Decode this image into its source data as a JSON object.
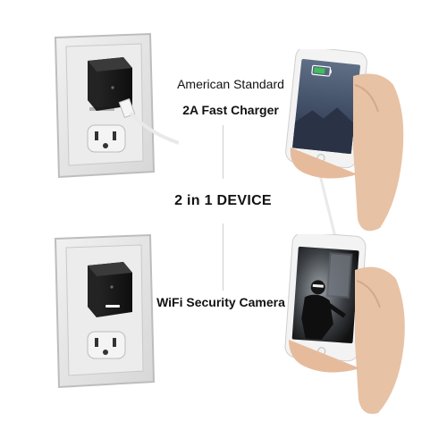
{
  "labels": {
    "top_line1": "American Standard",
    "top_line2": "2A Fast Charger",
    "middle": "2 in 1 DEVICE",
    "bottom": "WiFi Security Camera"
  },
  "colors": {
    "accent_green": "#3fbf5a",
    "device_black": "#141414",
    "plate": "#e6e6e6"
  }
}
